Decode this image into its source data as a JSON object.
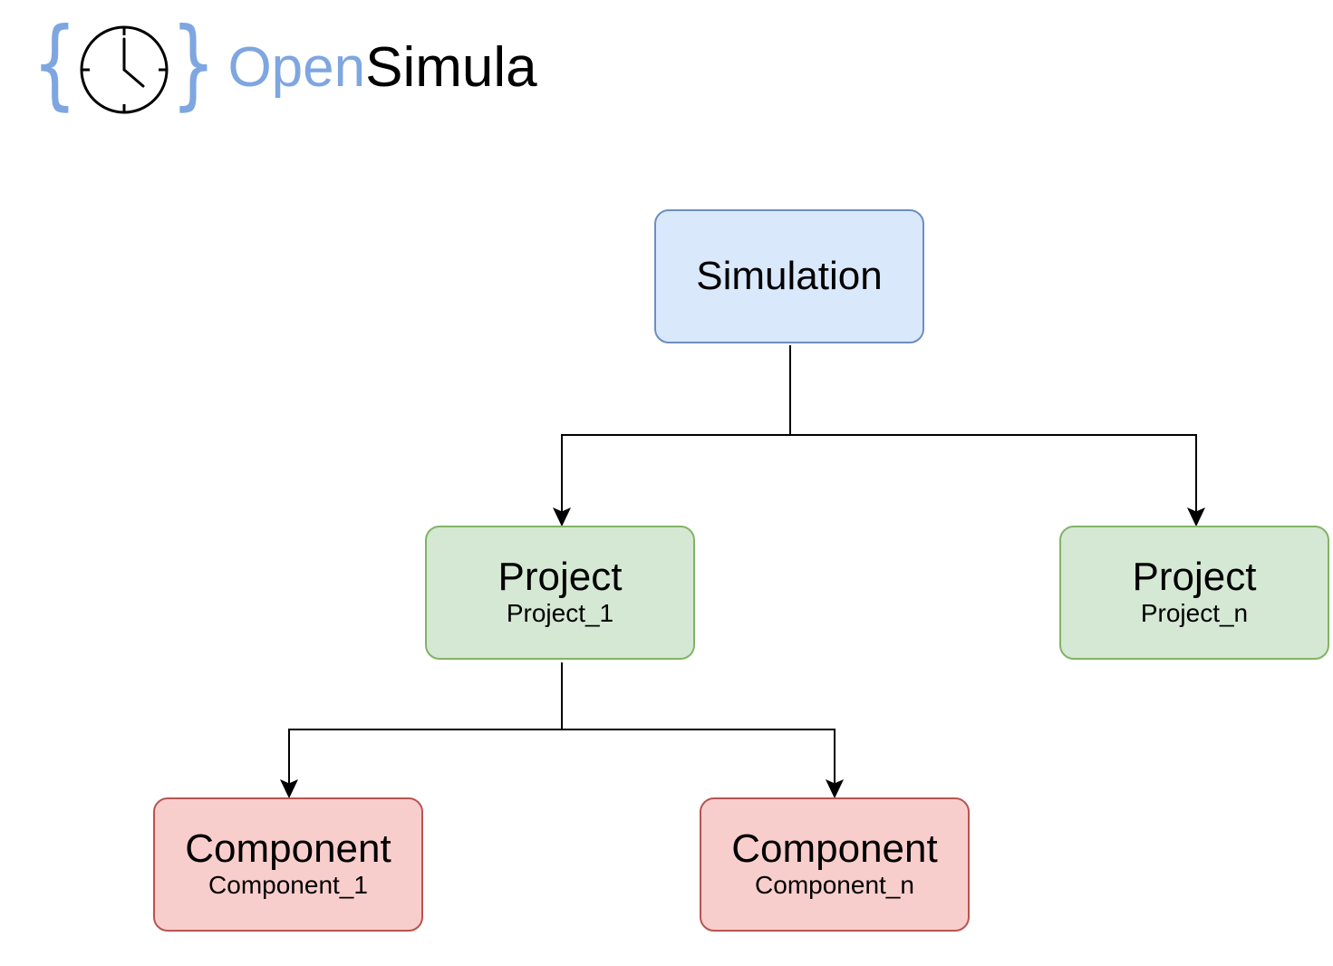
{
  "logo": {
    "brace_open": "{",
    "brace_close": "}",
    "icon": "clock-icon",
    "text_open": "Open",
    "text_simula": "Simula",
    "colors": {
      "accent": "#7ea6e0",
      "dark": "#000000"
    }
  },
  "nodes": {
    "simulation": {
      "title": "Simulation"
    },
    "project_1": {
      "title": "Project",
      "subtitle": "Project_1"
    },
    "project_n": {
      "title": "Project",
      "subtitle": "Project_n"
    },
    "component_1": {
      "title": "Component",
      "subtitle": "Component_1"
    },
    "component_n": {
      "title": "Component",
      "subtitle": "Component_n"
    }
  },
  "edges": [
    {
      "from": "simulation",
      "to": "project_1"
    },
    {
      "from": "simulation",
      "to": "project_n"
    },
    {
      "from": "project_1",
      "to": "component_1"
    },
    {
      "from": "project_1",
      "to": "component_n"
    }
  ],
  "colors": {
    "simulation_fill": "#dae8fc",
    "simulation_stroke": "#6c8ebf",
    "project_fill": "#d5e8d4",
    "project_stroke": "#82b366",
    "component_fill": "#f8cecc",
    "component_stroke": "#b85450",
    "edge": "#000000"
  }
}
